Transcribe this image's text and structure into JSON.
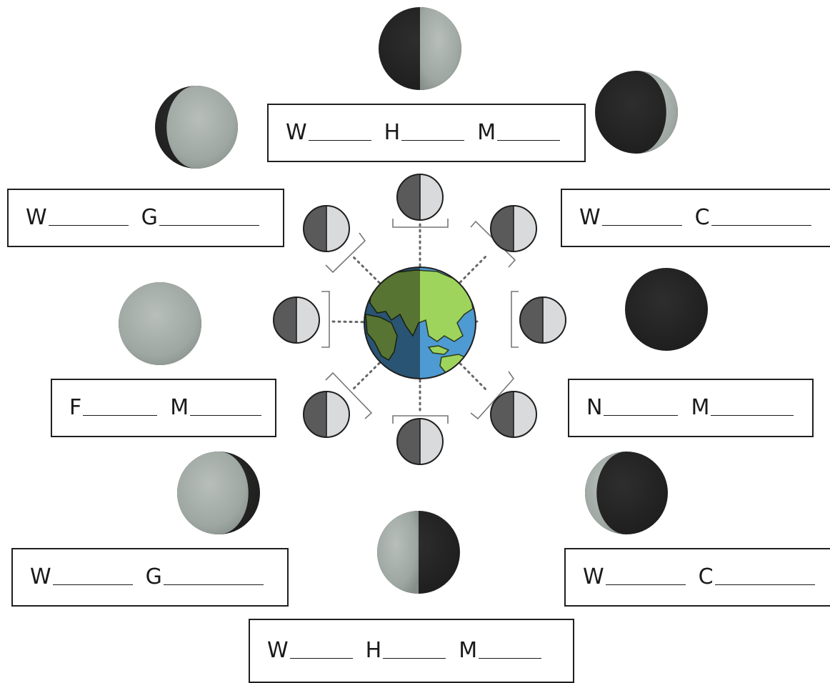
{
  "labels": {
    "top": [
      {
        "letter": "W"
      },
      {
        "letter": "H"
      },
      {
        "letter": "M"
      }
    ],
    "upper_right": [
      {
        "letter": "W"
      },
      {
        "letter": "C"
      }
    ],
    "right": [
      {
        "letter": "N"
      },
      {
        "letter": "M"
      }
    ],
    "lower_right": [
      {
        "letter": "W"
      },
      {
        "letter": "C"
      }
    ],
    "bottom": [
      {
        "letter": "W"
      },
      {
        "letter": "H"
      },
      {
        "letter": "M"
      }
    ],
    "lower_left": [
      {
        "letter": "W"
      },
      {
        "letter": "G"
      }
    ],
    "left": [
      {
        "letter": "F"
      },
      {
        "letter": "M"
      }
    ],
    "upper_left": [
      {
        "letter": "W"
      },
      {
        "letter": "G"
      }
    ]
  },
  "colors": {
    "moon_lit": "#aab1ad",
    "moon_dark": "#242424",
    "orbit_lit": "#d9dadb",
    "orbit_dark": "#5a5a5b",
    "earth_ocean": "#4e9ad2",
    "earth_land": "#9ed45c",
    "earth_night_ocean": "#3a4e62",
    "earth_night_land": "#55613c"
  },
  "icons": {
    "earth": "earth-globe-icon",
    "orbit_moon": "half-lit-moon-icon",
    "phase_moon": "moon-phase-icon"
  }
}
